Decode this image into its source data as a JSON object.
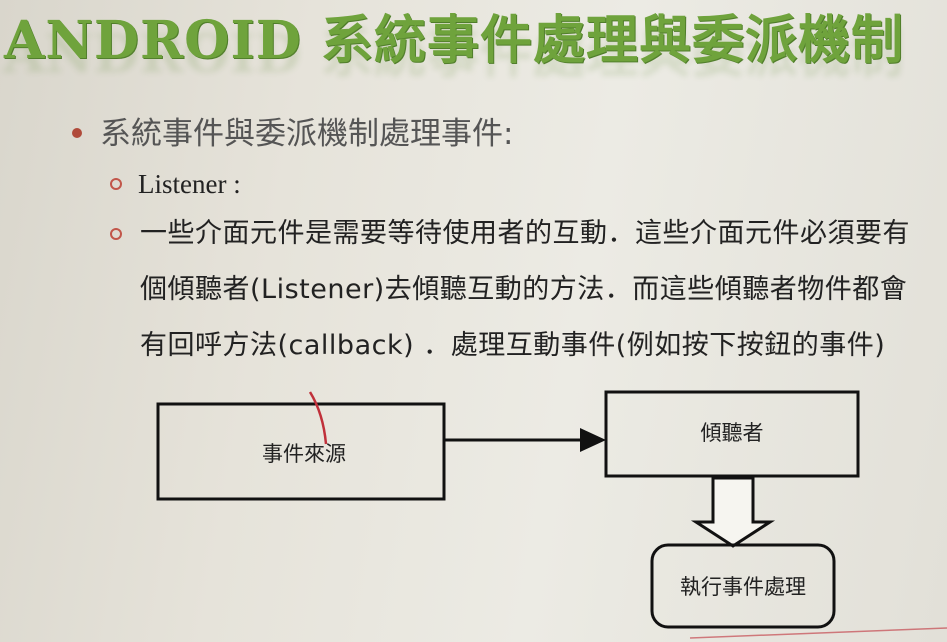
{
  "slide": {
    "title": "ANDROID 系統事件處理與委派機制",
    "bullet": "系統事件與委派機制處理事件:",
    "sub_items": [
      "Listener :",
      "一些介面元件是需要等待使用者的互動．這些介面元件必須要有個傾聽者(Listener)去傾聽互動的方法．而這些傾聽者物件都會有回呼方法(callback) ．處理互動事件(例如按下按鈕的事件)"
    ]
  },
  "diagram": {
    "source_label": "事件來源",
    "listener_label": "傾聽者",
    "handler_label": "執行事件處理",
    "colors": {
      "title": "#6fa33c",
      "bullet_dot": "#b04a3a",
      "pen_mark": "#c0303a"
    }
  }
}
